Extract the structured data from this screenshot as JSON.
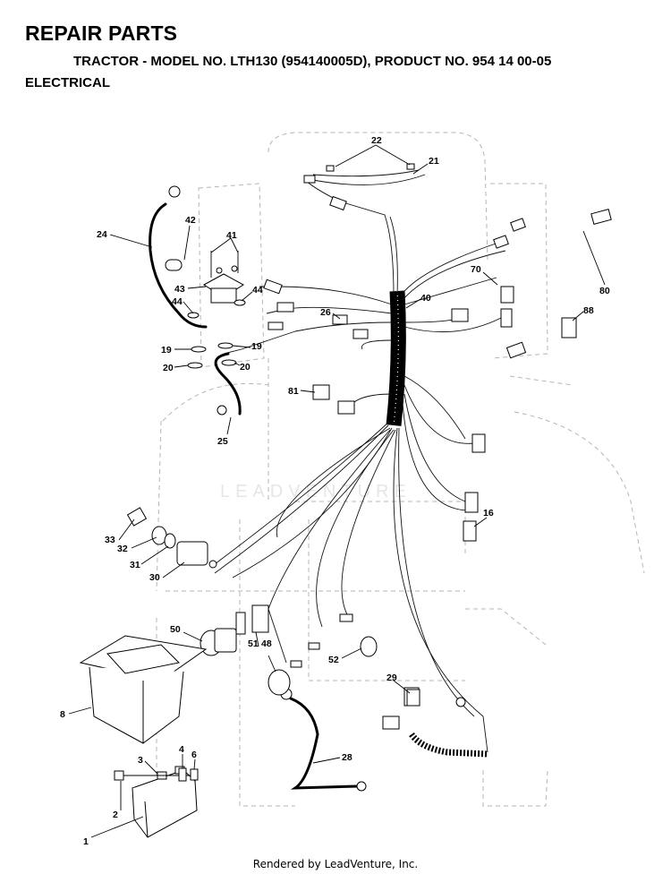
{
  "header": {
    "title": "REPAIR PARTS",
    "subtitle": "TRACTOR - MODEL NO. LTH130 (954140005D), PRODUCT NO. 954 14 00-05",
    "section": "ELECTRICAL"
  },
  "watermark": "LEADVENTURE",
  "footer": "Rendered by LeadVenture, Inc.",
  "callouts": {
    "c1": "1",
    "c2": "2",
    "c3": "3",
    "c4": "4",
    "c6": "6",
    "c8": "8",
    "c16": "16",
    "c19a": "19",
    "c19b": "19",
    "c20a": "20",
    "c20b": "20",
    "c21": "21",
    "c22": "22",
    "c24": "24",
    "c25": "25",
    "c26": "26",
    "c28": "28",
    "c29": "29",
    "c30": "30",
    "c31": "31",
    "c32": "32",
    "c33": "33",
    "c40": "40",
    "c41": "41",
    "c42": "42",
    "c43": "43",
    "c44a": "44",
    "c44b": "44",
    "c48": "48",
    "c50": "50",
    "c51": "51",
    "c52": "52",
    "c70": "70",
    "c80": "80",
    "c81": "81",
    "c88": "88"
  }
}
